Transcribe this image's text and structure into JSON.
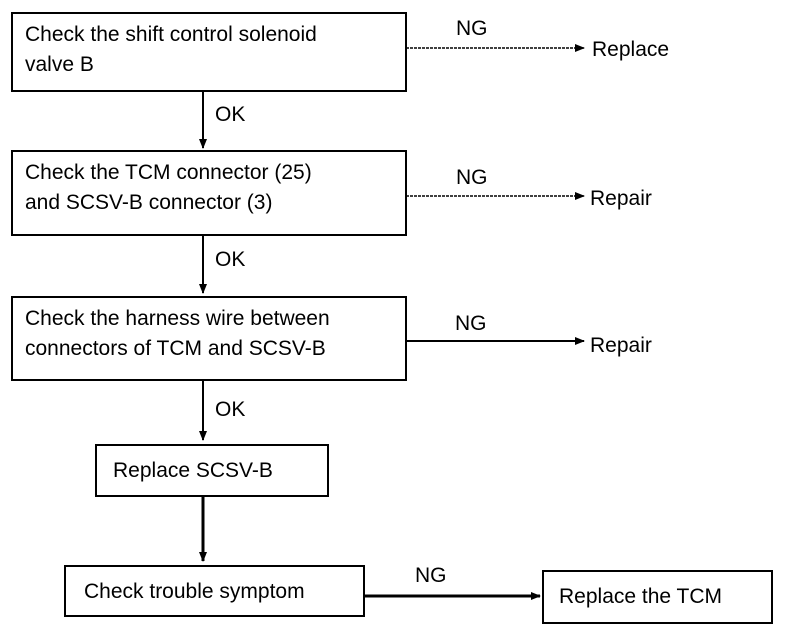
{
  "steps": [
    {
      "lines": [
        "Check the shift control solenoid",
        "valve B"
      ]
    },
    {
      "lines": [
        "Check the TCM connector (25)",
        "and SCSV-B connector (3)"
      ]
    },
    {
      "lines": [
        "Check the harness wire between",
        "connectors of TCM and SCSV-B"
      ]
    },
    {
      "lines": [
        "Replace SCSV-B"
      ]
    },
    {
      "lines": [
        "Check trouble symptom"
      ]
    }
  ],
  "outcomes": [
    {
      "text": "Replace"
    },
    {
      "text": "Repair"
    },
    {
      "text": "Repair"
    },
    {
      "text": "Replace the TCM"
    }
  ],
  "branch_labels": {
    "ng": "NG",
    "ok": "OK"
  }
}
